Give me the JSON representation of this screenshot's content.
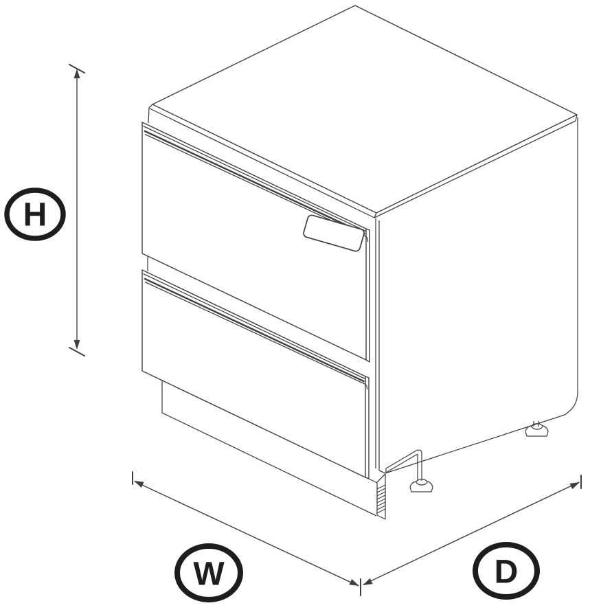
{
  "diagram": {
    "background_color": "#ffffff",
    "line_color": "#3f3f3f",
    "accent_color": "#1d1d1b",
    "dimensions": {
      "height": {
        "label": "H"
      },
      "width": {
        "label": "W"
      },
      "depth": {
        "label": "D"
      }
    }
  }
}
